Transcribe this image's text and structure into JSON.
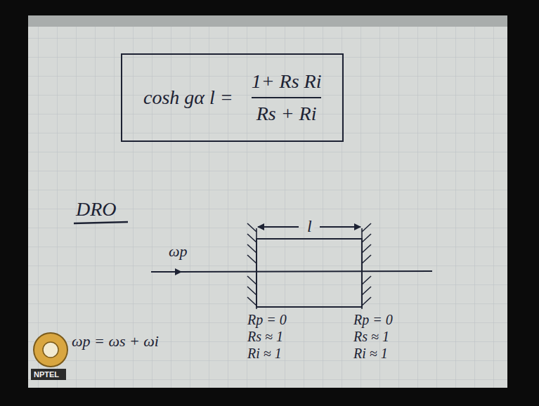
{
  "diagram": {
    "nodes": [
      {
        "text": [
          "cosh gα l =",
          "1+ Rs Ri",
          "Rs + Ri"
        ]
      }
    ],
    "labels": [
      "DRO",
      "l",
      "ωp",
      "Rp = 0",
      "Rs ≈ 1",
      "Ri ≈ 1",
      "Rp = 0",
      "Rs ≈ 1",
      "Ri ≈ 1",
      "ωp = ωs + ωi",
      "NPTEL"
    ]
  }
}
